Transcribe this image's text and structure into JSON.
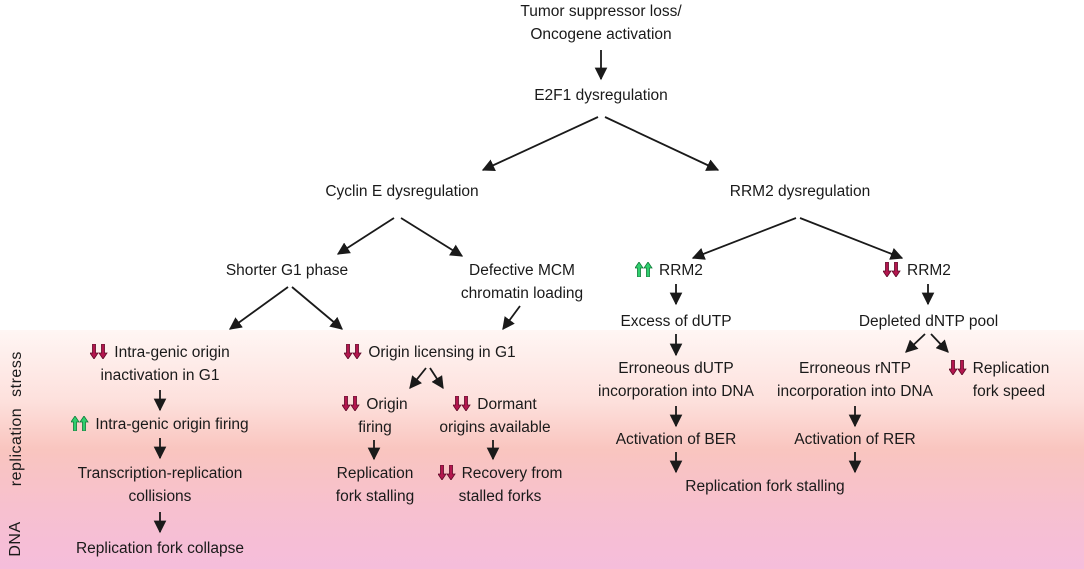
{
  "colors": {
    "down_arrow": "#b3164e",
    "up_arrow": "#2fcf6e",
    "band_top": "#fff6f4",
    "band_mid": "#f9c5bf",
    "band_bottom": "#f5bddb"
  },
  "side_label": {
    "word1": "DNA",
    "word2": "replication",
    "word3": "stress"
  },
  "nodes": {
    "top_line1": "Tumor suppressor loss/",
    "top_line2": "Oncogene activation",
    "e2f1": "E2F1 dysregulation",
    "cyclin_e": "Cyclin E dysregulation",
    "rrm2_dys": "RRM2 dysregulation",
    "shorter_g1": "Shorter G1 phase",
    "mcm_line1": "Defective MCM",
    "mcm_line2": "chromatin loading",
    "rrm2_up": "RRM2",
    "rrm2_down": "RRM2",
    "intragenic_line1": "Intra-genic origin",
    "intragenic_line2": "inactivation in G1",
    "intragenic_firing": "Intra-genic origin firing",
    "trc_line1": "Transcription-replication",
    "trc_line2": "collisions",
    "collapse": "Replication fork collapse",
    "licensing": "Origin licensing in G1",
    "origin_firing_line1": "Origin",
    "origin_firing_line2": "firing",
    "dormant_line1": "Dormant",
    "dormant_line2": "origins available",
    "stalling_left_line1": "Replication",
    "stalling_left_line2": "fork stalling",
    "recovery_line1": "Recovery from",
    "recovery_line2": "stalled forks",
    "dutp_excess": "Excess of dUTP",
    "dntp_depleted": "Depleted dNTP pool",
    "dutp_inc_line1": "Erroneous dUTP",
    "dutp_inc_line2": "incorporation into DNA",
    "rntp_inc_line1": "Erroneous rNTP",
    "rntp_inc_line2": "incorporation into DNA",
    "fork_speed_line1": "Replication",
    "fork_speed_line2": "fork speed",
    "ber": "Activation of BER",
    "rer": "Activation of RER",
    "stalling_right": "Replication fork stalling"
  }
}
